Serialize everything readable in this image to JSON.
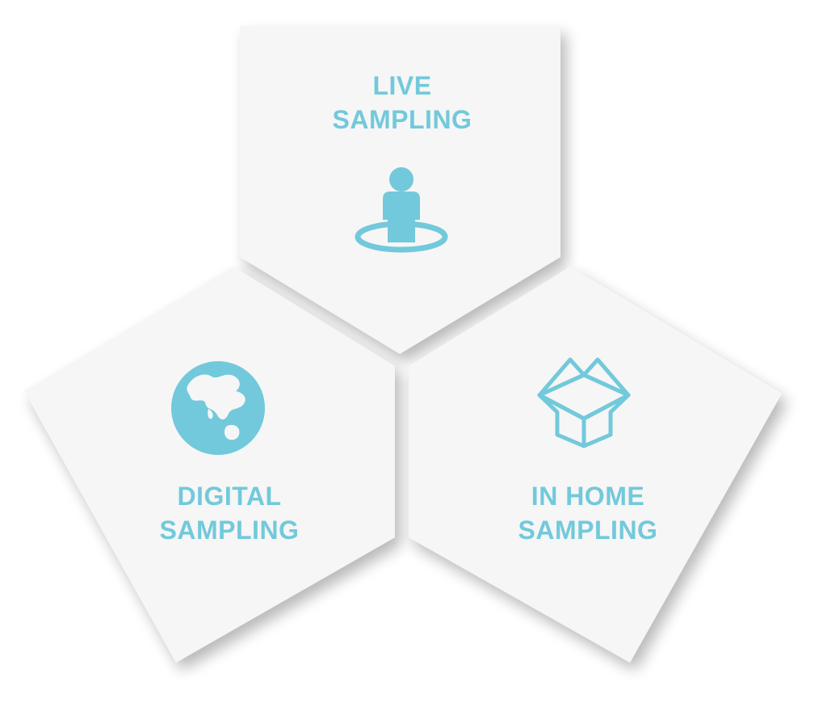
{
  "colors": {
    "accent": "#72c9db",
    "panel": "#f6f6f6",
    "panel_shadow": "#cfcfcf"
  },
  "panels": [
    {
      "id": "live",
      "label_lines": [
        "LIVE",
        "SAMPLING"
      ],
      "icon": "person-standing-on-ring-icon"
    },
    {
      "id": "digital",
      "label_lines": [
        "DIGITAL",
        "SAMPLING"
      ],
      "icon": "globe-icon"
    },
    {
      "id": "inhome",
      "label_lines": [
        "IN HOME",
        "SAMPLING"
      ],
      "icon": "open-box-icon"
    }
  ]
}
